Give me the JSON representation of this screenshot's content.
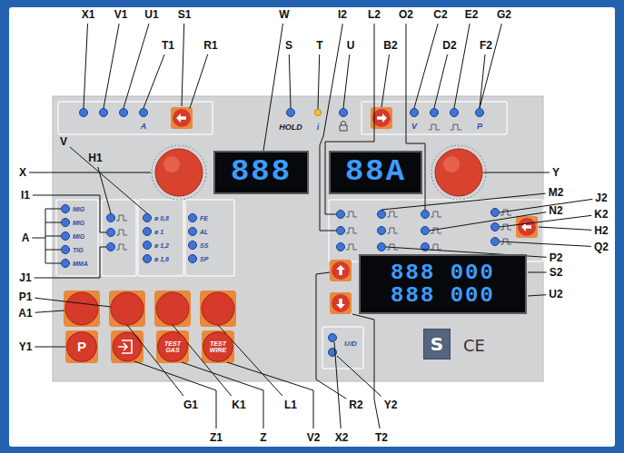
{
  "diagram": {
    "nodes": [
      {
        "text": [
          "888"
        ]
      },
      {
        "text": [
          "88A"
        ]
      },
      {
        "text": [
          "888 000",
          "888 000"
        ]
      },
      {
        "text": [
          "P"
        ]
      },
      {
        "text": [
          "TEST GAS"
        ]
      },
      {
        "text": [
          "TEST WIRE"
        ]
      },
      {
        "text": [
          "S"
        ]
      }
    ],
    "labels": [
      "X1",
      "V1",
      "U1",
      "S1",
      "W",
      "I2",
      "L2",
      "O2",
      "C2",
      "E2",
      "G2",
      "T1",
      "R1",
      "S",
      "T",
      "U",
      "B2",
      "D2",
      "F2",
      "A",
      "HOLD",
      "i",
      "V",
      "P",
      "V",
      "X",
      "H1",
      "I1",
      "A",
      "J1",
      "P1",
      "A1",
      "Y1",
      "MIG",
      "MIG",
      "MIG",
      "TIG",
      "MMA",
      "ø 0,8",
      "ø 1",
      "ø 1,2",
      "ø 1,6",
      "FE",
      "AL",
      "SS",
      "SP",
      "Y",
      "M2",
      "N2",
      "J2",
      "K2",
      "H2",
      "Q2",
      "P2",
      "S2",
      "U2",
      "U/D",
      "CE",
      "G1",
      "Z1",
      "K1",
      "Z",
      "L1",
      "V2",
      "R2",
      "X2",
      "Y2",
      "T2"
    ]
  }
}
